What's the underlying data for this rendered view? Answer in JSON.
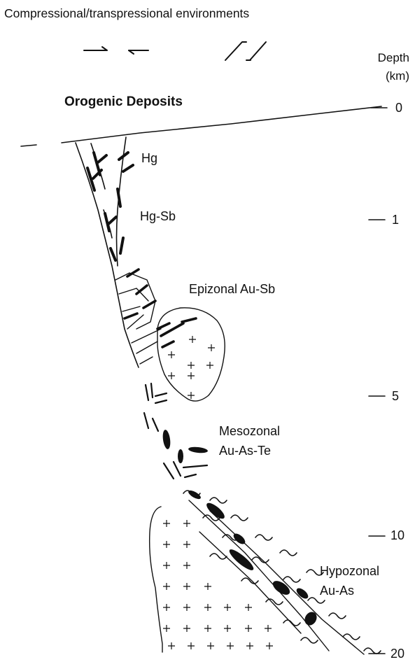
{
  "title": "Compressional/transpressional environments",
  "depth_axis": {
    "title": "Depth",
    "unit": "(km)",
    "ticks": [
      "0",
      "1",
      "5",
      "10",
      "20"
    ]
  },
  "heading": "Orogenic Deposits",
  "zones": {
    "hg": "Hg",
    "hgsb": "Hg-Sb",
    "epizonal": "Epizonal Au-Sb",
    "mesozonal_1": "Mesozonal",
    "mesozonal_2": "Au-As-Te",
    "hypozonal_1": "Hypozonal",
    "hypozonal_2": "Au-As"
  },
  "colors": {
    "ink": "#111111",
    "background": "#ffffff"
  }
}
